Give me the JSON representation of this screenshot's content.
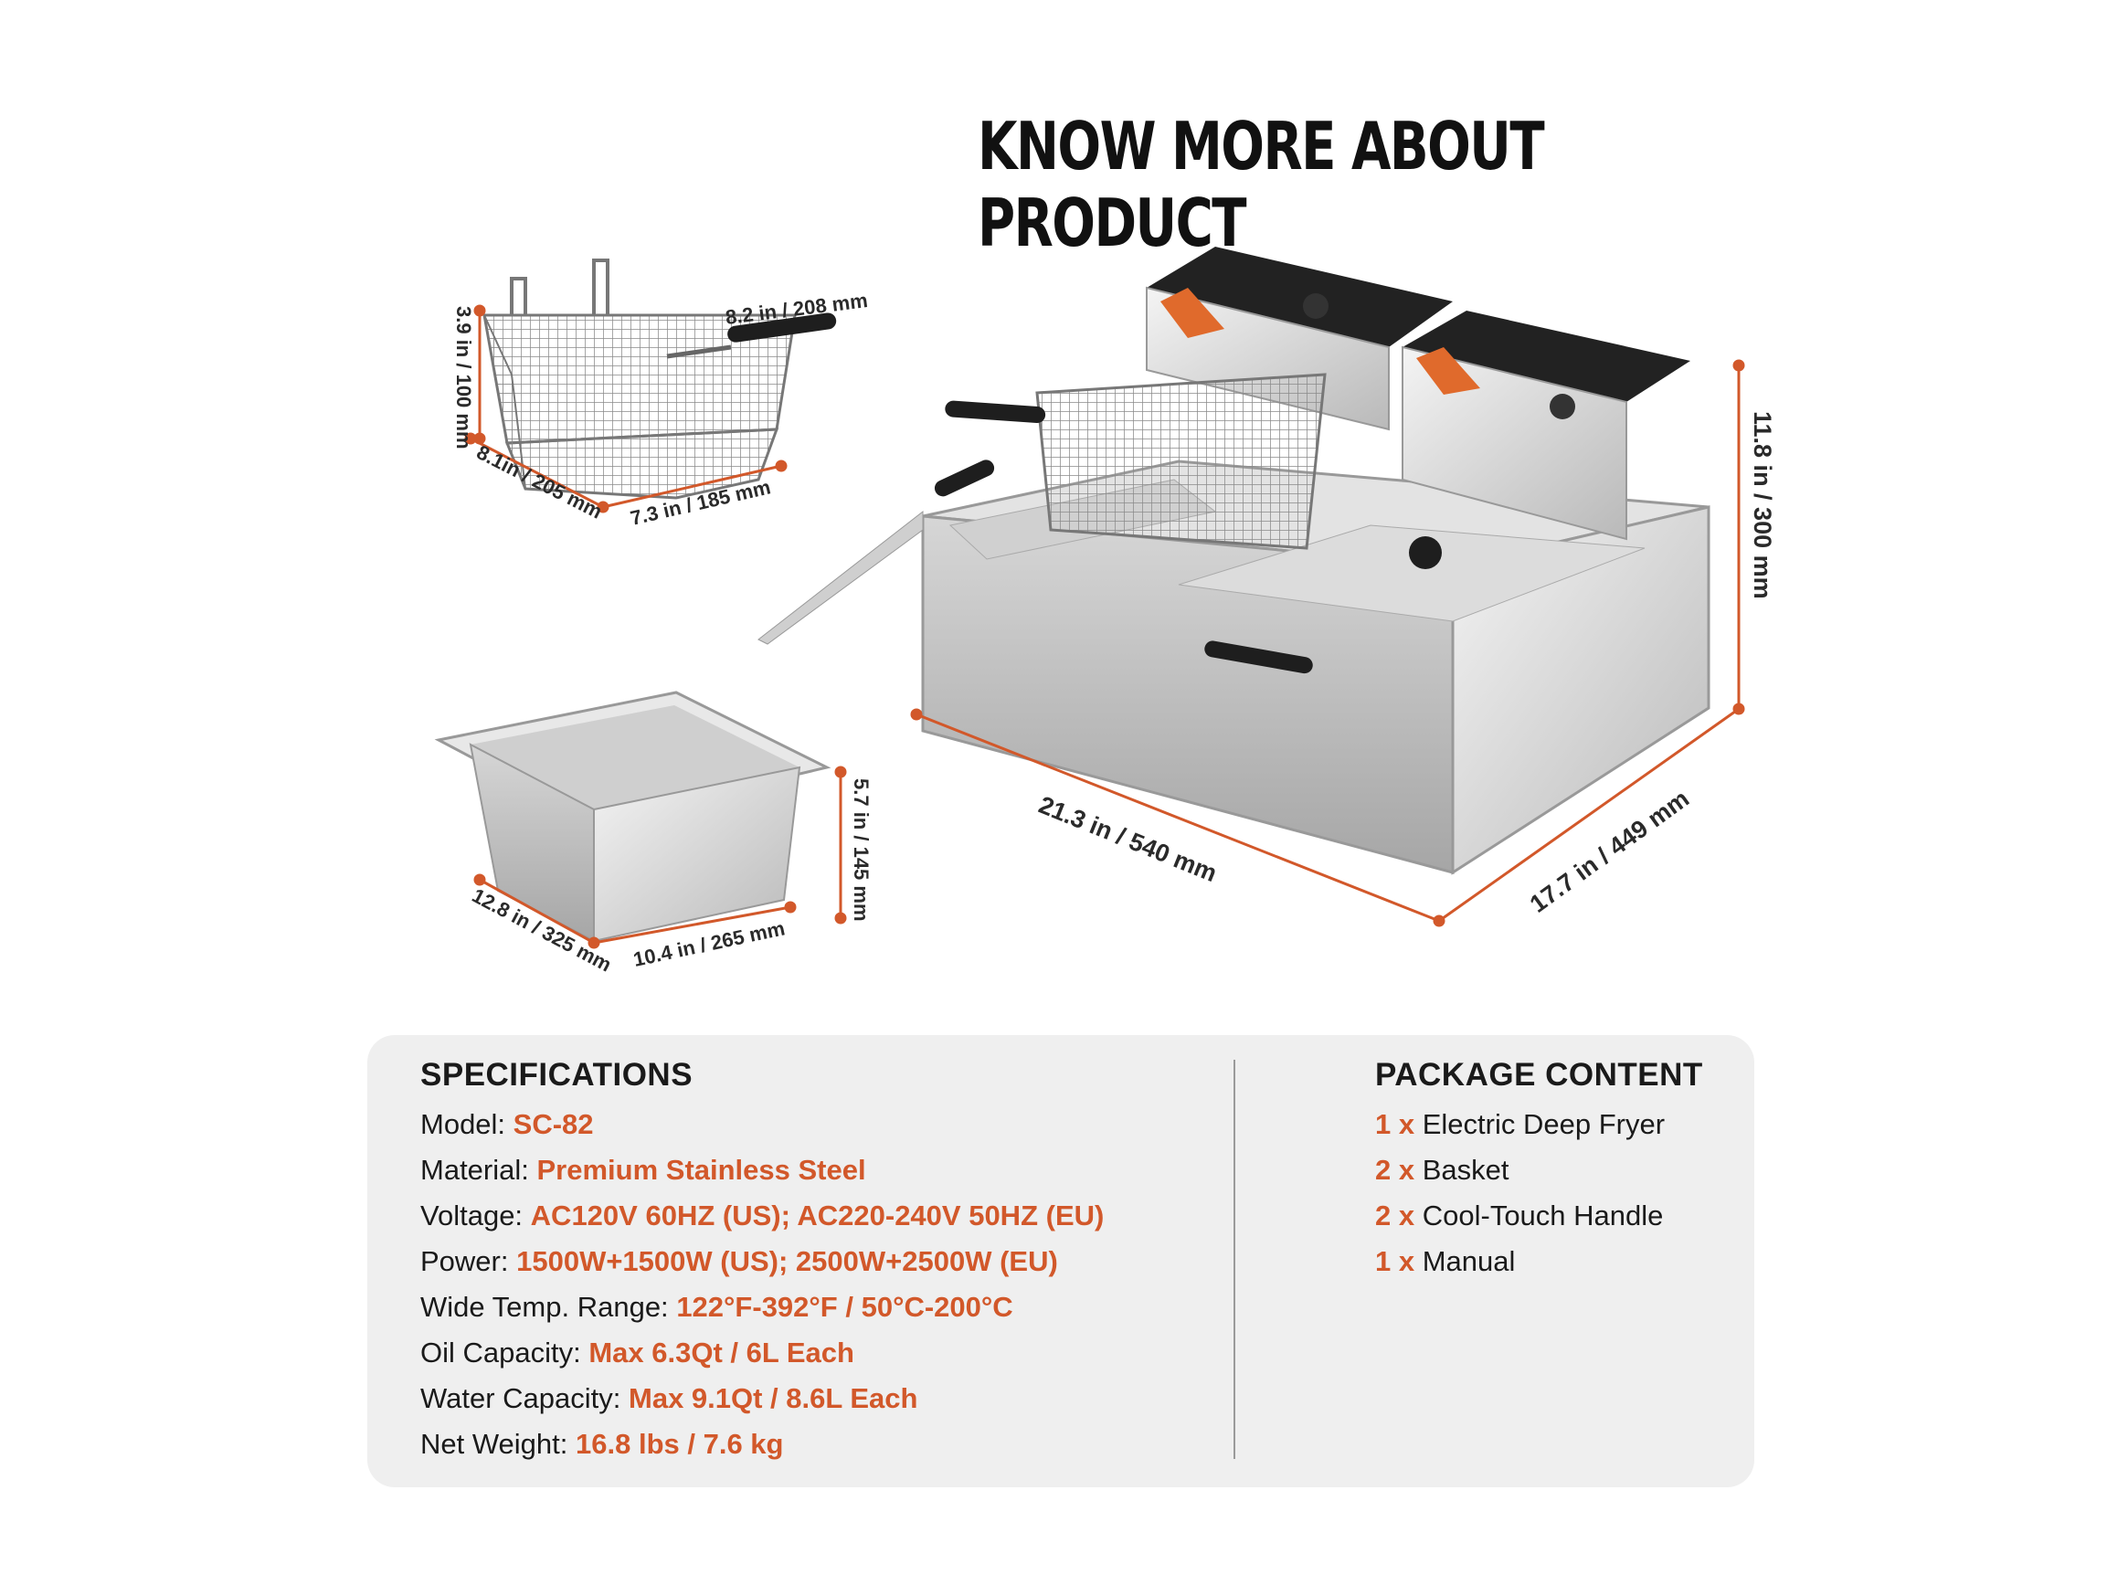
{
  "title": "KNOW MORE ABOUT PRODUCT",
  "colors": {
    "accent": "#d2582a",
    "panel": "#efefef",
    "steel": "#c9c9c9"
  },
  "dimensions": {
    "basket_top": "8.2 in / 208 mm",
    "basket_height": "3.9 in / 100 mm",
    "basket_depth": "8.1in / 205 mm",
    "basket_width": "7.3 in / 185 mm",
    "pot_height": "5.7 in / 145 mm",
    "pot_depth": "12.8 in / 325 mm",
    "pot_width": "10.4 in / 265 mm",
    "fryer_width": "21.3 in / 540 mm",
    "fryer_depth": "17.7 in / 449 mm",
    "fryer_height": "11.8 in / 300 mm"
  },
  "specs": {
    "heading": "SPECIFICATIONS",
    "items": [
      {
        "label": "Model:",
        "value": "SC-82"
      },
      {
        "label": "Material:",
        "value": "Premium Stainless Steel"
      },
      {
        "label": "Voltage:",
        "value": "AC120V 60HZ (US); AC220-240V 50HZ (EU)"
      },
      {
        "label": "Power:",
        "value": "1500W+1500W (US); 2500W+2500W (EU)"
      },
      {
        "label": "Wide Temp. Range:",
        "value": "122°F-392°F / 50°C-200°C"
      },
      {
        "label": "Oil Capacity:",
        "value": "Max 6.3Qt / 6L Each"
      },
      {
        "label": "Water Capacity:",
        "value": "Max 9.1Qt / 8.6L Each"
      },
      {
        "label": "Net Weight:",
        "value": "16.8 lbs / 7.6 kg"
      }
    ]
  },
  "package": {
    "heading": "PACKAGE CONTENT",
    "items": [
      {
        "qty": "1 x",
        "name": "Electric Deep Fryer"
      },
      {
        "qty": "2 x",
        "name": "Basket"
      },
      {
        "qty": "2 x",
        "name": "Cool-Touch Handle"
      },
      {
        "qty": "1 x",
        "name": "Manual"
      }
    ]
  }
}
